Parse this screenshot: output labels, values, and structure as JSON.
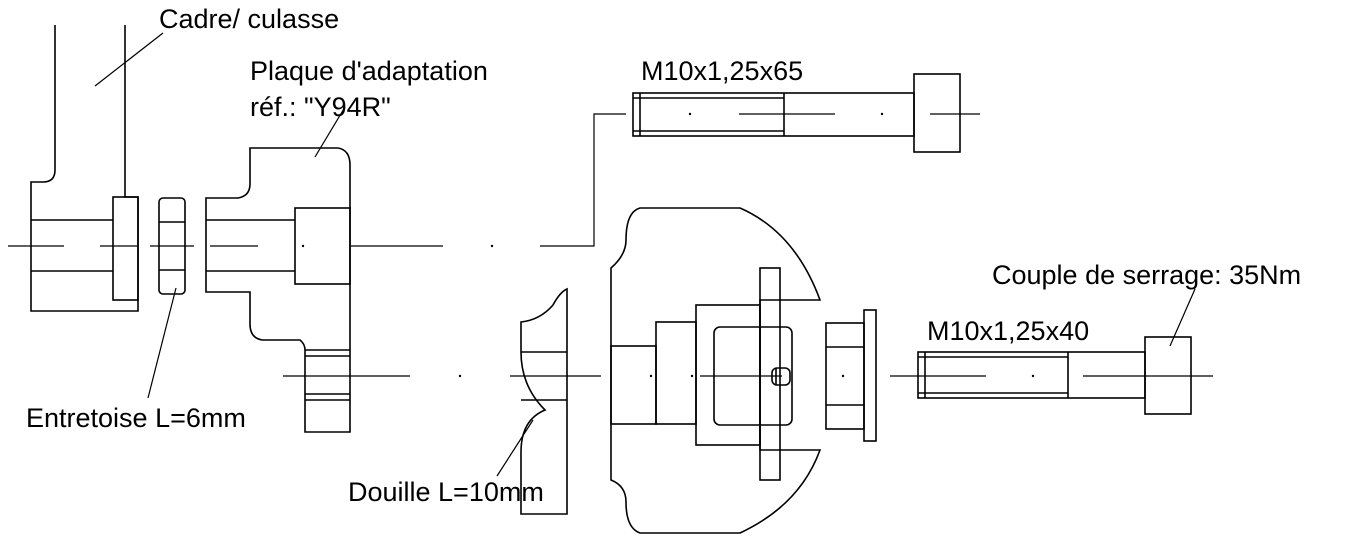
{
  "labels": {
    "frame": "Cadre/ culasse",
    "adapter_plate_line1": "Plaque d'adaptation",
    "adapter_plate_line2": "réf.: \"Y94R\"",
    "bolt_long": "M10x1,25x65",
    "torque": "Couple de serrage: 35Nm",
    "bolt_short": "M10x1,25x40",
    "spacer": "Entretoise L=6mm",
    "bushing": "Douille L=10mm"
  },
  "colors": {
    "line": "#000000",
    "background": "#ffffff"
  }
}
